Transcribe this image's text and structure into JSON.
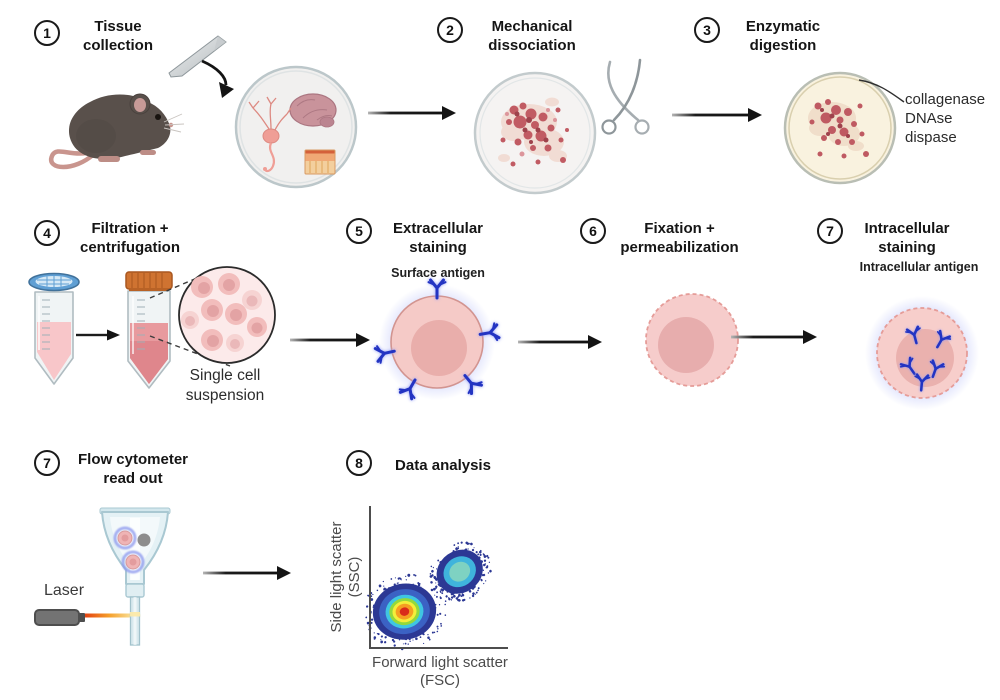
{
  "steps": [
    {
      "number": "1",
      "title": "Tissue collection"
    },
    {
      "number": "2",
      "title": "Mechanical dissociation"
    },
    {
      "number": "3",
      "title": "Enzymatic digestion"
    },
    {
      "number": "4",
      "title": "Filtration + centrifugation"
    },
    {
      "number": "5",
      "title": "Extracellular staining",
      "sublabel": "Surface antigen"
    },
    {
      "number": "6",
      "title": "Fixation + permeabilization"
    },
    {
      "number": "7",
      "title": "Intracellular staining",
      "sublabel": "Intracellular antigen"
    },
    {
      "number": "7",
      "title": "Flow cytometer read out"
    },
    {
      "number": "8",
      "title": "Data analysis"
    }
  ],
  "annotations": {
    "enzymes": "collagenase\nDNAse\ndispase",
    "single_cell_suspension": "Single cell suspension",
    "laser": "Laser"
  },
  "chart_data": {
    "type": "scatter",
    "style": "flow-cytometry pseudocolor density plot",
    "xlabel": "Forward light scatter\n(FSC)",
    "ylabel": "Side light scatter\n(SSC)",
    "x_ticks": [],
    "y_ticks": [],
    "populations": [
      {
        "name": "low FSC / low SSC population",
        "center": [
          0.25,
          0.26
        ],
        "rx": 0.23,
        "ry": 0.2,
        "tilt_deg": -10,
        "density_colors": [
          "#2c3894",
          "#3b62c4",
          "#3fc6e2",
          "#93d93c",
          "#f4ee3a",
          "#f59e22",
          "#d92a1a"
        ],
        "layer_scales": [
          1,
          0.8,
          0.6,
          0.48,
          0.38,
          0.28,
          0.15
        ]
      },
      {
        "name": "high FSC / high SSC population",
        "center": [
          0.65,
          0.545
        ],
        "rx": 0.175,
        "ry": 0.15,
        "tilt_deg": -35,
        "density_colors": [
          "#2c3894",
          "#3fb4dc",
          "#7ed2c2"
        ],
        "layer_scales": [
          1,
          0.7,
          0.45
        ]
      }
    ]
  },
  "colors": {
    "cell_body": "#f5cac7",
    "cell_nucleus": "#e9aeab",
    "cell_outline": "#d29490",
    "dashed_cell_outline": "#e59c98",
    "antibody_blue": "#2334c2",
    "antibody_glow": "#8d98f5",
    "enzyme_dish_fill": "#f9f2df",
    "tissue_chunk_red": "#c15b63",
    "mouse_body": "#59504b",
    "strainer_blue": "#5f9fd4",
    "tube_cap_orange": "#cf7331",
    "laser_body": "#737373",
    "laser_beam_start": "#e23a0e",
    "laser_beam_end": "#fbe18e",
    "flow_cell_blue": "#e4f1f5",
    "arrow_black": "#141414",
    "axis_gray": "#4d4d4d"
  },
  "icons": [
    "mouse-icon",
    "scalpel-icon",
    "curved-arrow-icon",
    "petri-dish-tissue-icon",
    "petri-dish-dissociated-icon",
    "forceps-icon",
    "petri-dish-enzyme-icon",
    "strainer-tube-icon",
    "centrifuge-tube-icon",
    "single-cell-zoom-icon",
    "stained-cell-icon",
    "fixed-cell-icon",
    "intracellular-stained-cell-icon",
    "flow-cell-icon",
    "laser-icon",
    "scatter-plot"
  ]
}
